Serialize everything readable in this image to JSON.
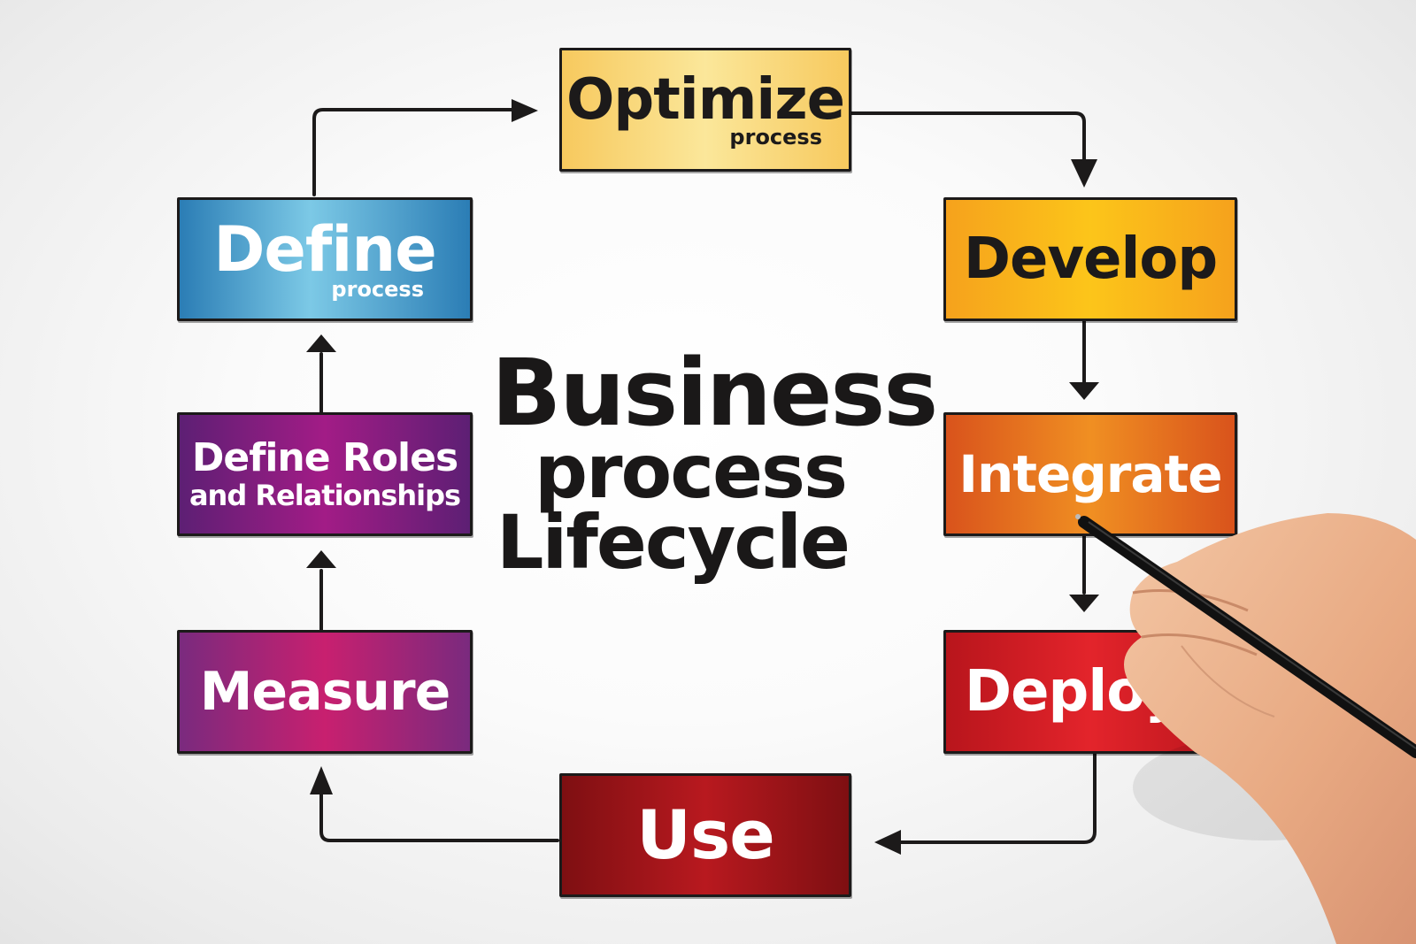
{
  "title": {
    "line1": "Business",
    "line2": "process",
    "line3": "Lifecycle"
  },
  "steps": [
    {
      "id": "optimize",
      "label": "Optimize",
      "sublabel": "process",
      "color_from": "#f7c95e",
      "color_to": "#fbe79a",
      "text_color": "#1c1a1a"
    },
    {
      "id": "develop",
      "label": "Develop",
      "sublabel": "",
      "color_from": "#f6a21c",
      "color_to": "#fcc51a",
      "text_color": "#1c1a1a"
    },
    {
      "id": "integrate",
      "label": "Integrate",
      "sublabel": "",
      "color_from": "#d9531c",
      "color_to": "#f08f22",
      "text_color": "#ffffff"
    },
    {
      "id": "deploy",
      "label": "Deploy",
      "sublabel": "",
      "color_from": "#b8151c",
      "color_to": "#e3242b",
      "text_color": "#ffffff"
    },
    {
      "id": "use",
      "label": "Use",
      "sublabel": "",
      "color_from": "#7e0f12",
      "color_to": "#b8191f",
      "text_color": "#ffffff"
    },
    {
      "id": "measure",
      "label": "Measure",
      "sublabel": "",
      "color_from": "#7a2a7e",
      "color_to": "#c8206f",
      "text_color": "#ffffff"
    },
    {
      "id": "define-roles",
      "label": "Define Roles",
      "sublabel": "and Relationships",
      "color_from": "#5d1f74",
      "color_to": "#a21c86",
      "text_color": "#ffffff"
    },
    {
      "id": "define",
      "label": "Define",
      "sublabel": "process",
      "color_from": "#2b7db5",
      "color_to": "#7cc9e6",
      "text_color": "#ffffff"
    }
  ],
  "flow_order": [
    "Define",
    "Optimize",
    "Develop",
    "Integrate",
    "Deploy",
    "Use",
    "Measure",
    "Define Roles",
    "Define"
  ],
  "colors": {
    "outline": "#1c1a1a",
    "background": "#f4f4f4"
  }
}
